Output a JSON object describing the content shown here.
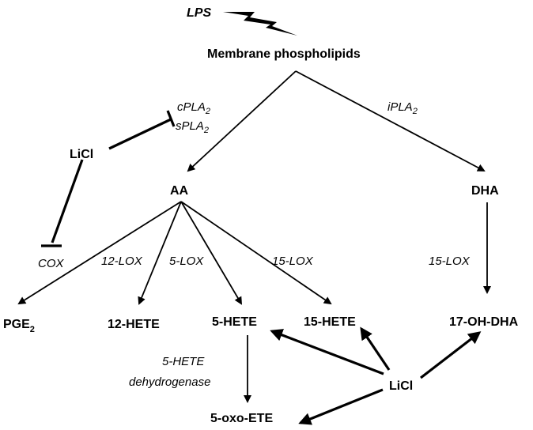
{
  "nodes": {
    "lps": "LPS",
    "membrane": "Membrane phospholipids",
    "licl_top": "LiCl",
    "aa": "AA",
    "dha": "DHA",
    "pge2_main": "PGE",
    "pge2_sub": "2",
    "hete12": "12-HETE",
    "hete5": "5-HETE",
    "hete15": "15-HETE",
    "ohdha17": "17-OH-DHA",
    "licl_bottom": "LiCl",
    "oxoete5": "5-oxo-ETE"
  },
  "enzymes": {
    "cpla2_main": "cPLA",
    "cpla2_sub": "2",
    "spla2_main": "sPLA",
    "spla2_sub": "2",
    "ipla2_main": "iPLA",
    "ipla2_sub": "2",
    "cox": "COX",
    "lox12": "12-LOX",
    "lox5": "5-LOX",
    "lox15_left": "15-LOX",
    "lox15_right": "15-LOX",
    "hete5_dh_line1": "5-HETE",
    "hete5_dh_line2": "dehydrogenase"
  }
}
